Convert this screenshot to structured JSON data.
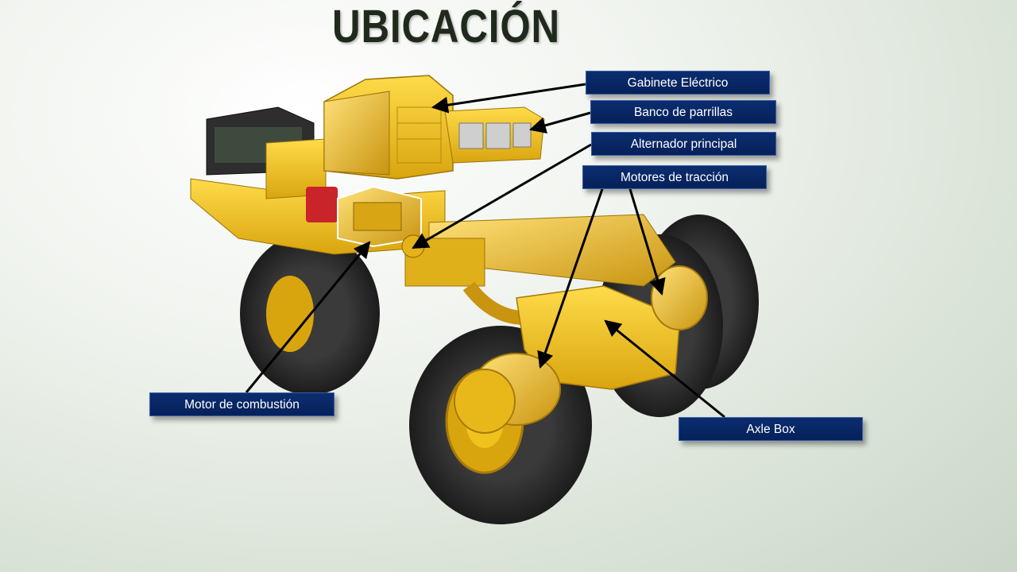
{
  "slide": {
    "title": "UBICACIÓN"
  },
  "labels": {
    "gabinete": "Gabinete Eléctrico",
    "banco": "Banco de parrillas",
    "alternador": "Alternador principal",
    "motores": "Motores de tracción",
    "combustion": "Motor de combustión",
    "axle": "Axle Box"
  },
  "colors": {
    "label_bg": "#0b2d6f",
    "truck_yellow": "#f2c31d",
    "tire": "#2b2b2b",
    "arrow": "#000000"
  }
}
